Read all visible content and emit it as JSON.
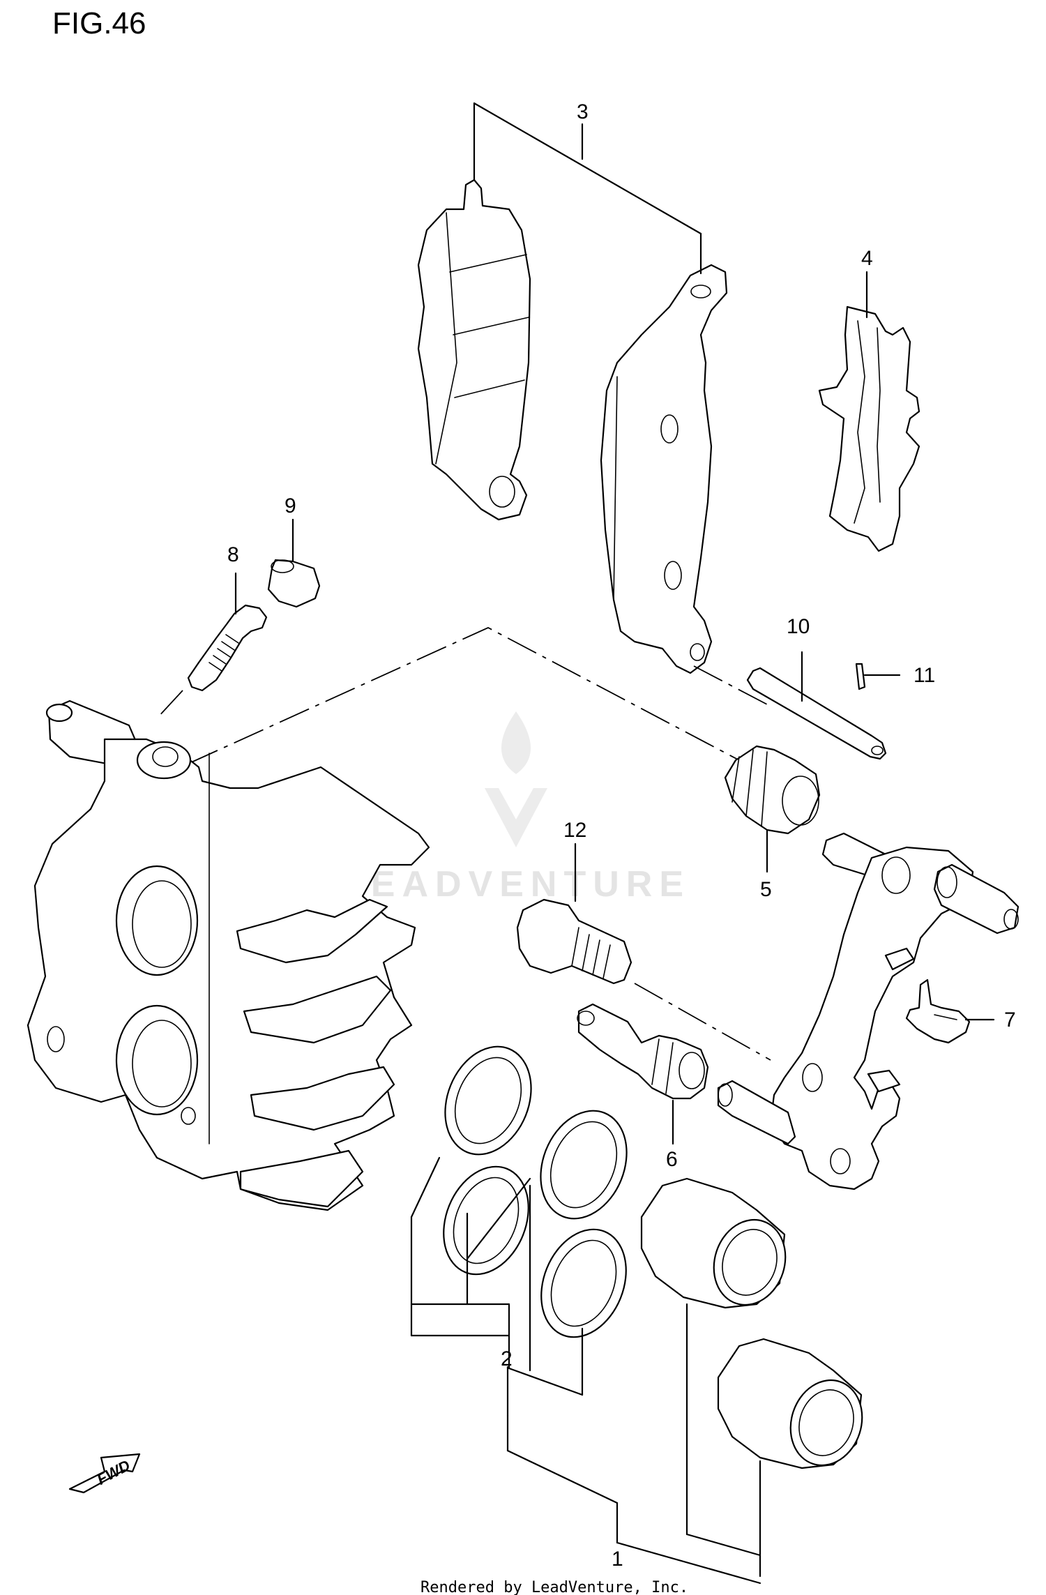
{
  "figure": {
    "title": "FIG.46"
  },
  "labels": {
    "l1": "1",
    "l2": "2",
    "l3": "3",
    "l4": "4",
    "l5": "5",
    "l6": "6",
    "l7": "7",
    "l8": "8",
    "l9": "9",
    "l10": "10",
    "l11": "11",
    "l12": "12"
  },
  "direction": {
    "fwd": "FWD"
  },
  "watermark": {
    "text": "LEADVENTURE"
  },
  "footer": {
    "credit": "Rendered by LeadVenture, Inc."
  }
}
